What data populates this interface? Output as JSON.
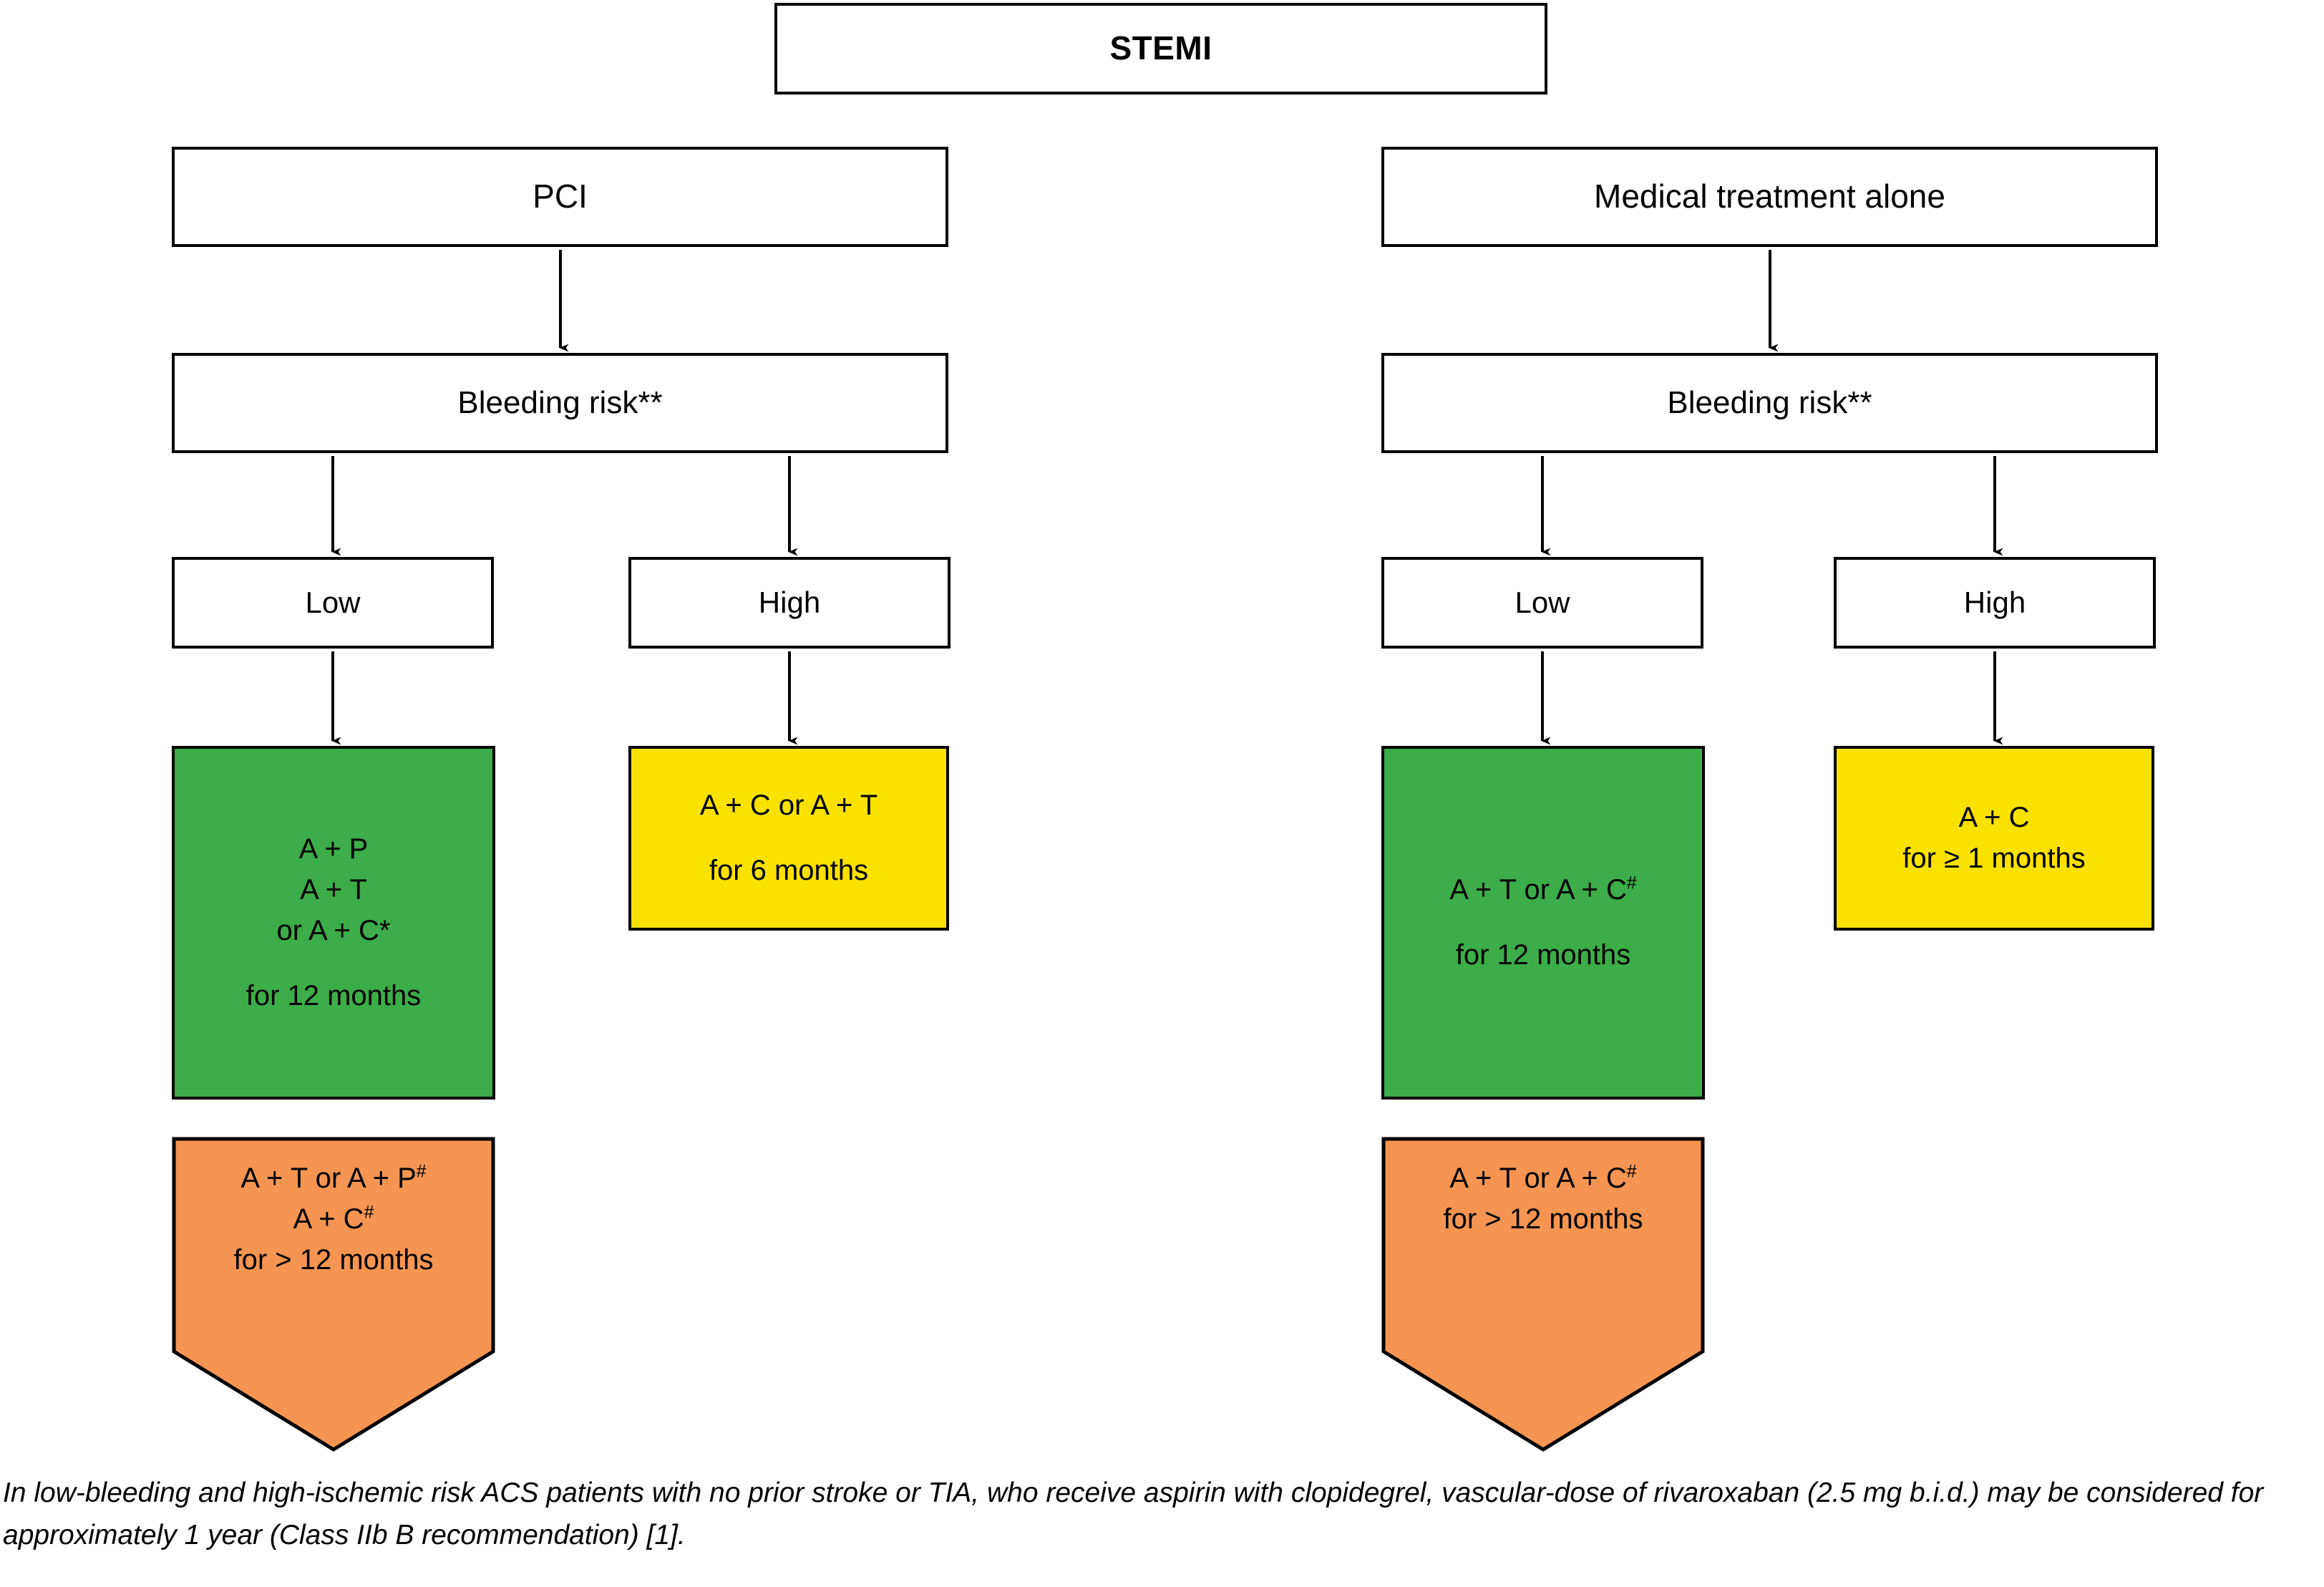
{
  "diagram": {
    "title": "STEMI",
    "root": {
      "label": "STEMI"
    },
    "branches": [
      {
        "id": "pci",
        "strategy_label": "PCI",
        "risk_label": "Bleeding risk**",
        "levels": [
          {
            "id": "low",
            "label": "Low"
          },
          {
            "id": "high",
            "label": "High"
          }
        ],
        "therapy_low": {
          "color": "#3CAD48",
          "color_name": "green",
          "lines": [
            "A + P",
            "A + T",
            "or A + C*"
          ],
          "duration": "for 12 months"
        },
        "therapy_high": {
          "color": "#FAE100",
          "color_name": "yellow",
          "lines": [
            "A + C or A + T"
          ],
          "duration": "for 6 months"
        },
        "extended": {
          "color": "#F59551",
          "color_name": "orange",
          "line1_prefix": "A + T or A + P",
          "line1_sup": "#",
          "line2_prefix": "A + C",
          "line2_sup": "#",
          "duration": "for > 12 months"
        }
      },
      {
        "id": "medical",
        "strategy_label": "Medical treatment alone",
        "risk_label": "Bleeding risk**",
        "levels": [
          {
            "id": "low",
            "label": "Low"
          },
          {
            "id": "high",
            "label": "High"
          }
        ],
        "therapy_low": {
          "color": "#3CAD48",
          "color_name": "green",
          "line1_prefix": "A + T or A + C",
          "line1_sup": "#",
          "duration": "for 12 months"
        },
        "therapy_high": {
          "color": "#FAE100",
          "color_name": "yellow",
          "lines": [
            "A + C"
          ],
          "duration": "for ≥ 1 months"
        },
        "extended": {
          "color": "#F59551",
          "color_name": "orange",
          "line1_prefix": "A + T or A + C",
          "line1_sup": "#",
          "duration": "for > 12 months"
        }
      }
    ],
    "footnote": "In low-bleeding and high-ischemic risk ACS patients with no prior stroke or TIA, who receive aspirin with clopidegrel, vascular-dose of rivaroxaban (2.5 mg b.i.d.) may be considered for approximately 1 year (Class IIb B recommendation) [1].",
    "colors": {
      "green": "#3CAD48",
      "yellow": "#FAE100",
      "orange": "#F59551",
      "outline": "#000000",
      "background": "#FFFFFF"
    }
  }
}
